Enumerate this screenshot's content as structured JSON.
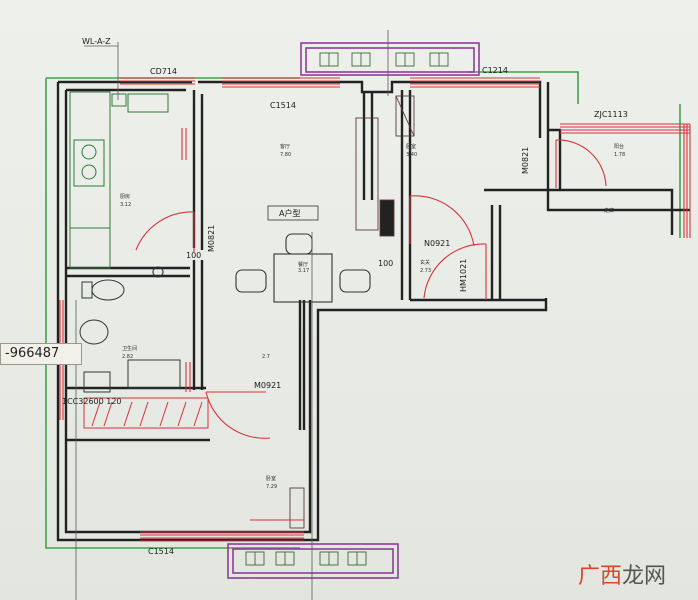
{
  "plan": {
    "labels": {
      "wl": "WL-A-Z",
      "cd714": "CD714",
      "c1514_top": "C1514",
      "c1214": "C1214",
      "zjc1113": "ZJC1113",
      "m0821_left": "M0821",
      "m0821_right": "M0821",
      "n0921": "N0921",
      "hm1021": "HM1021",
      "m0921": "M0921",
      "c1514_bottom": "C1514",
      "bottom_left": "1CC32600 120",
      "num100_left": "100",
      "num100_right": "100",
      "unit_tag": "A户型"
    },
    "rooms": {
      "kitchen_name": "厨房",
      "kitchen_area": "3.12",
      "living_name": "客厅",
      "living_area": "7.80",
      "bedroom_name": "卧室",
      "bedroom_area": "3.40",
      "balcony_name": "阳台",
      "balcony_area": "1.78",
      "corridor_name": "走廊",
      "hall_name": "玄关",
      "hall_area": "2.73",
      "dining_name": "餐厅",
      "dining_area": "3.17",
      "bath_name": "卫生间",
      "bath_area": "2.82",
      "masterbed_name": "卧室",
      "masterbed_area": "7.29",
      "passage_area": "2.7"
    }
  },
  "overlay_id": "-966487",
  "watermark": {
    "part1": "广西",
    "part2": "龙网"
  }
}
